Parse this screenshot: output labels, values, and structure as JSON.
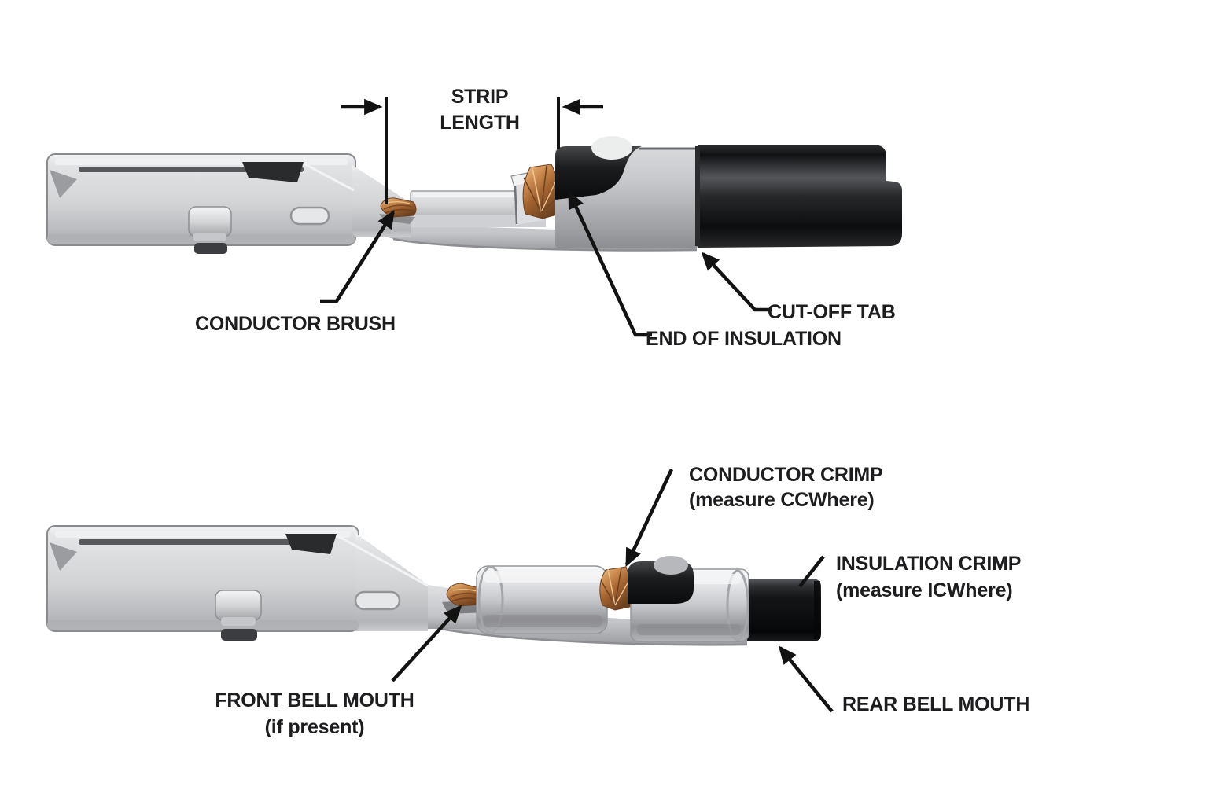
{
  "top_diagram": {
    "dimension": {
      "line1": "STRIP",
      "line2": "LENGTH"
    },
    "labels": {
      "conductor_brush": "CONDUCTOR BRUSH",
      "end_of_insulation": "END OF INSULATION",
      "cut_off_tab": "CUT-OFF TAB"
    }
  },
  "bottom_diagram": {
    "labels": {
      "conductor_crimp": "CONDUCTOR CRIMP",
      "conductor_crimp_note": "(measure CCWhere)",
      "insulation_crimp": "INSULATION CRIMP",
      "insulation_crimp_note": "(measure ICWhere)",
      "front_bell_mouth": "FRONT BELL MOUTH",
      "front_bell_mouth_note": "(if present)",
      "rear_bell_mouth": "REAR BELL MOUTH"
    }
  },
  "colors": {
    "label_text": "#1d1d1f",
    "arrow": "#121212",
    "copper": "#b5713d",
    "wire_insulation": "#141517",
    "metal_light": "#e9eaec",
    "metal_mid": "#c9cacd",
    "metal_dark": "#8e8f93",
    "background": "#ffffff"
  }
}
